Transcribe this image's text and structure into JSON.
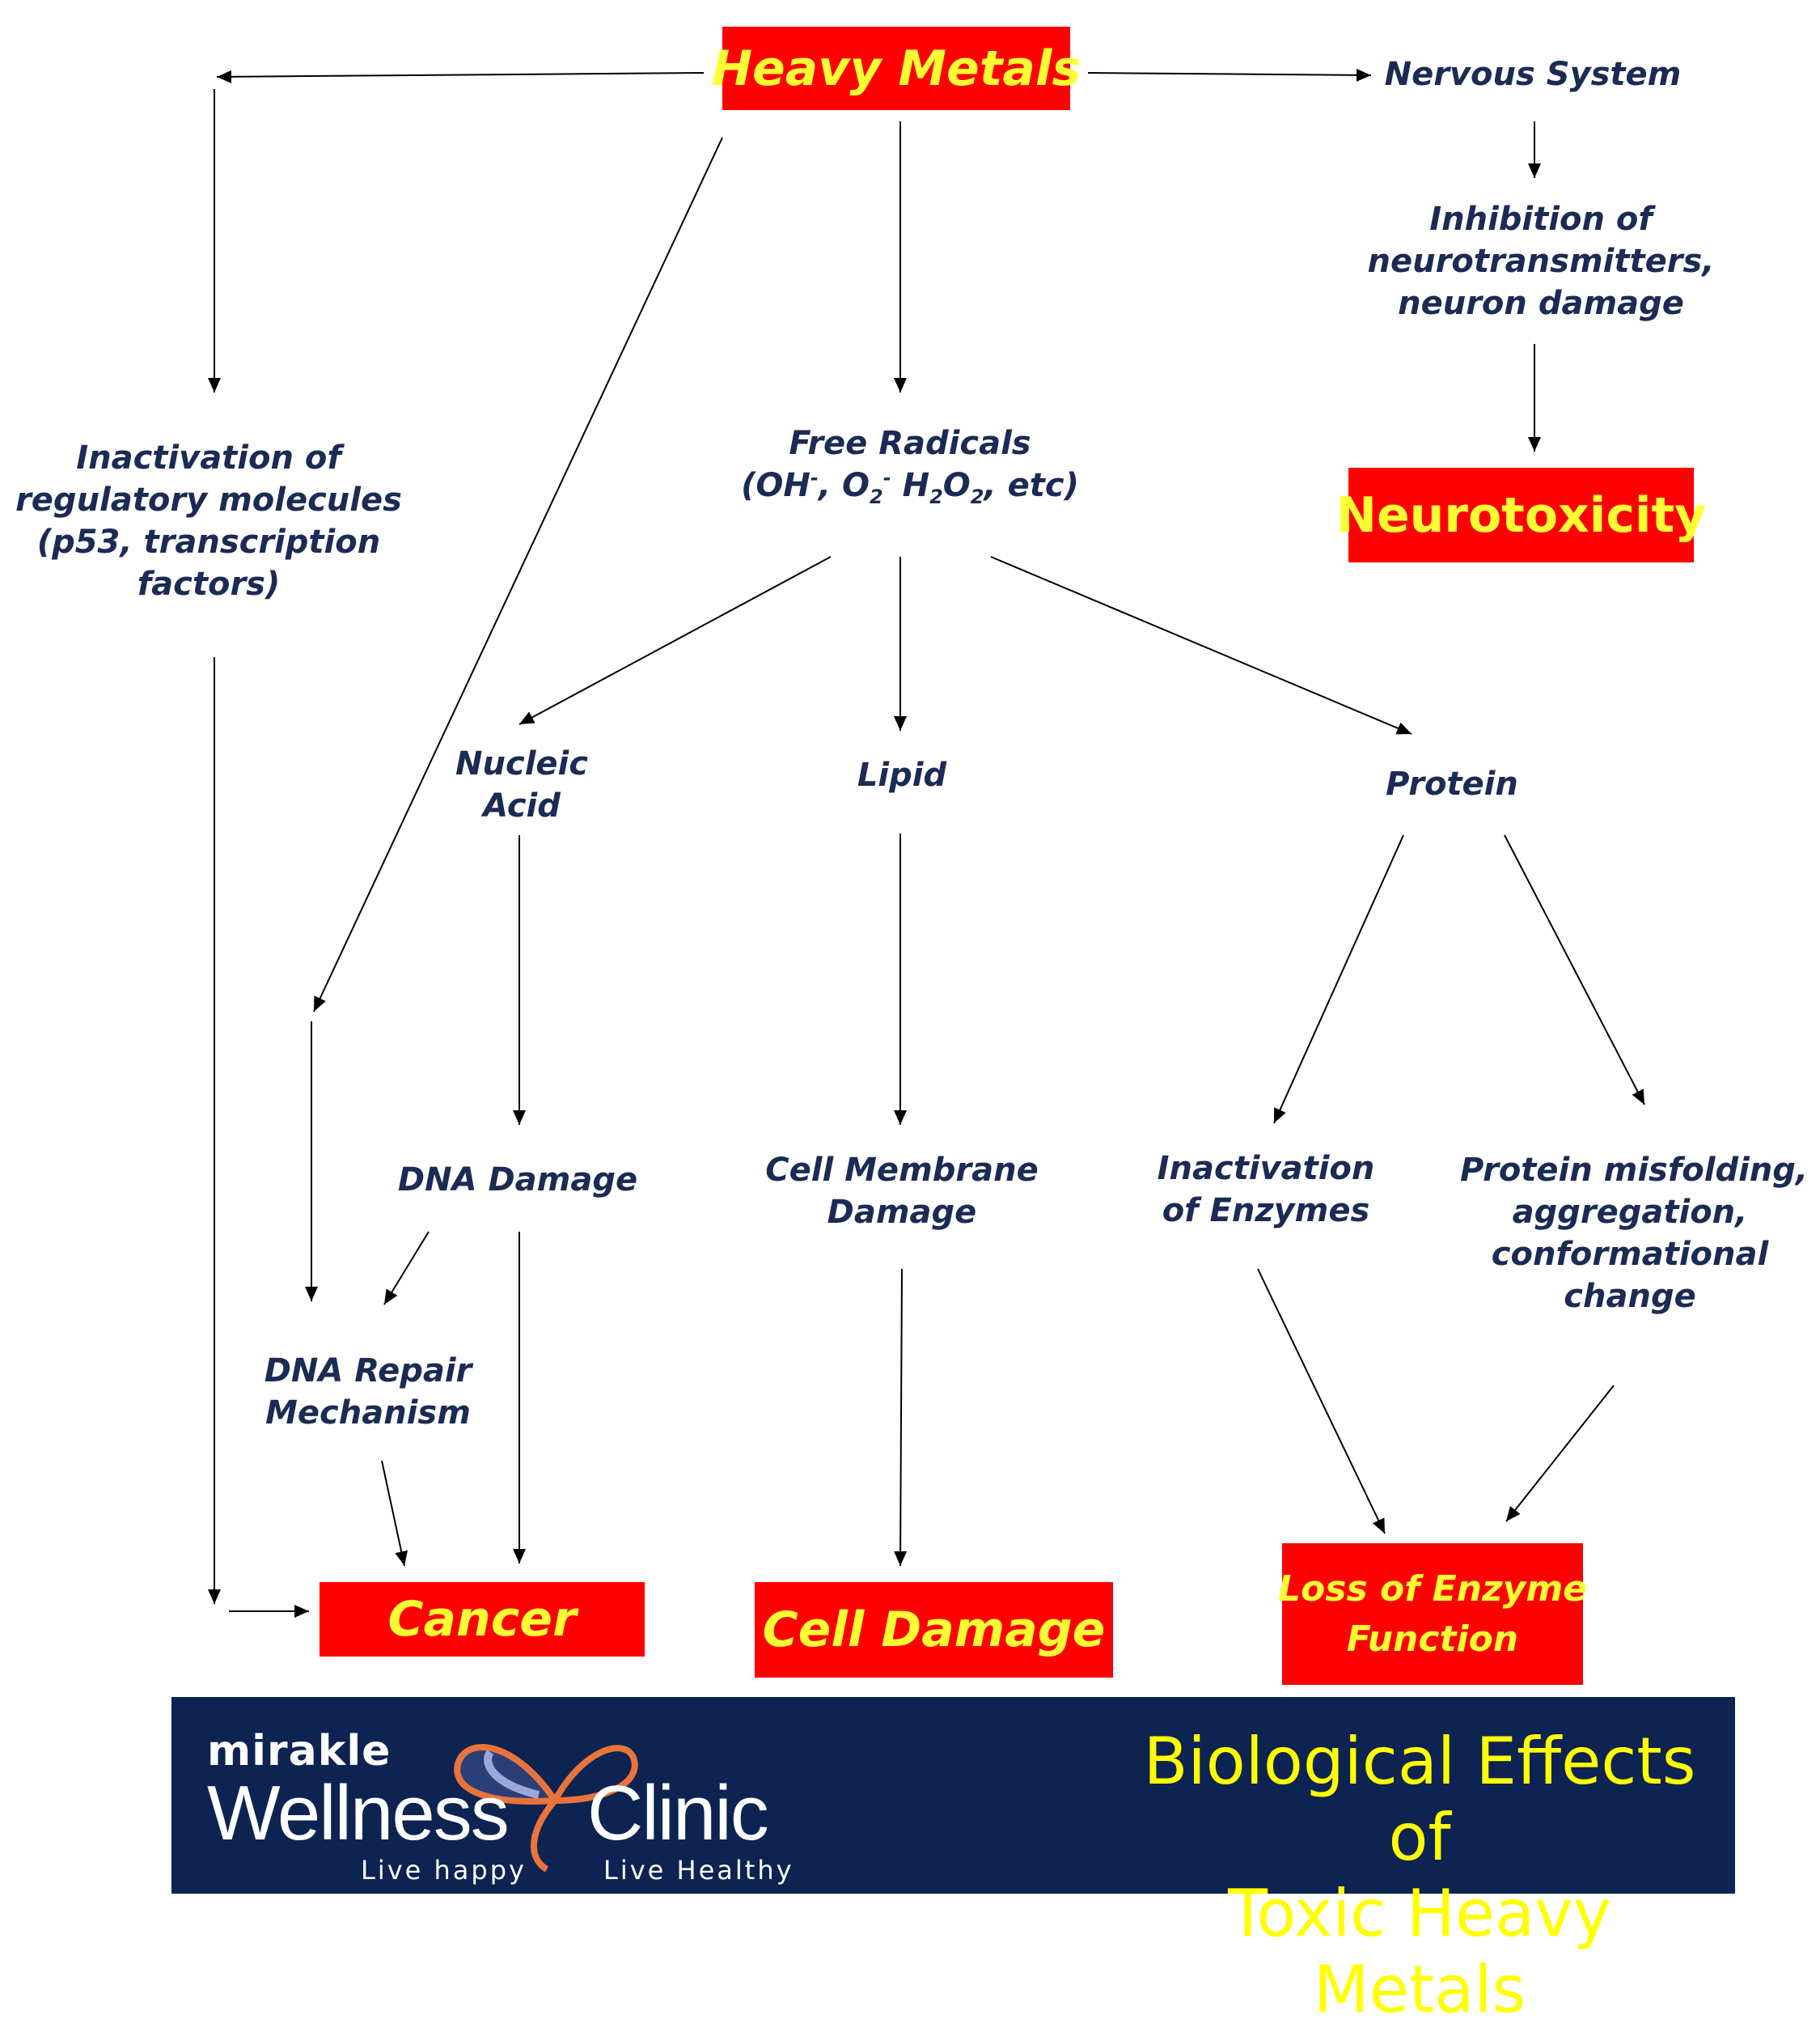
{
  "nodes": {
    "heavy_metals": "Heavy Metals",
    "nervous_system": "Nervous System",
    "inhibition_1": "Inhibition of",
    "inhibition_2": "neurotransmitters,",
    "inhibition_3": "neuron damage",
    "neurotoxicity": "Neurotoxicity",
    "inactivation_1": "Inactivation of",
    "inactivation_2": "regulatory molecules",
    "inactivation_3": "(p53, transcription",
    "inactivation_4": "factors)",
    "free_radicals": "Free Radicals",
    "fr_open": "(OH",
    "fr_minus1": "-",
    "fr_comma1": ", O",
    "fr_sub2a": "2",
    "fr_minus2": "-",
    "fr_h": " H",
    "fr_sub2b": "2",
    "fr_o": "O",
    "fr_sub2c": "2",
    "fr_end": ", etc)",
    "nucleic_1": "Nucleic",
    "nucleic_2": "Acid",
    "lipid": "Lipid",
    "protein": "Protein",
    "dna_damage": "DNA Damage",
    "cell_membrane_1": "Cell Membrane",
    "cell_membrane_2": "Damage",
    "inact_enzymes_1": "Inactivation",
    "inact_enzymes_2": "of Enzymes",
    "misfolding_1": "Protein misfolding,",
    "misfolding_2": "aggregation,",
    "misfolding_3": "conformational",
    "misfolding_4": "change",
    "dna_repair_1": "DNA Repair",
    "dna_repair_2": "Mechanism",
    "cancer": "Cancer",
    "cell_damage": "Cell Damage",
    "loss_enzyme_1": "Loss of Enzyme",
    "loss_enzyme_2": "Function"
  },
  "footer": {
    "brand_top": "mirakle",
    "brand_left": "Wellness",
    "brand_right": "Clinic",
    "tagline_left": "Live happy",
    "tagline_right": "Live Healthy",
    "title_line1": "Biological Effects of",
    "title_line2": "Toxic Heavy Metals"
  },
  "colors": {
    "box_fill": "#ff0000",
    "box_text": "#ffff33",
    "label_text": "#1b2b55",
    "footer_bg": "#0d2352",
    "footer_title": "#ffff00"
  }
}
